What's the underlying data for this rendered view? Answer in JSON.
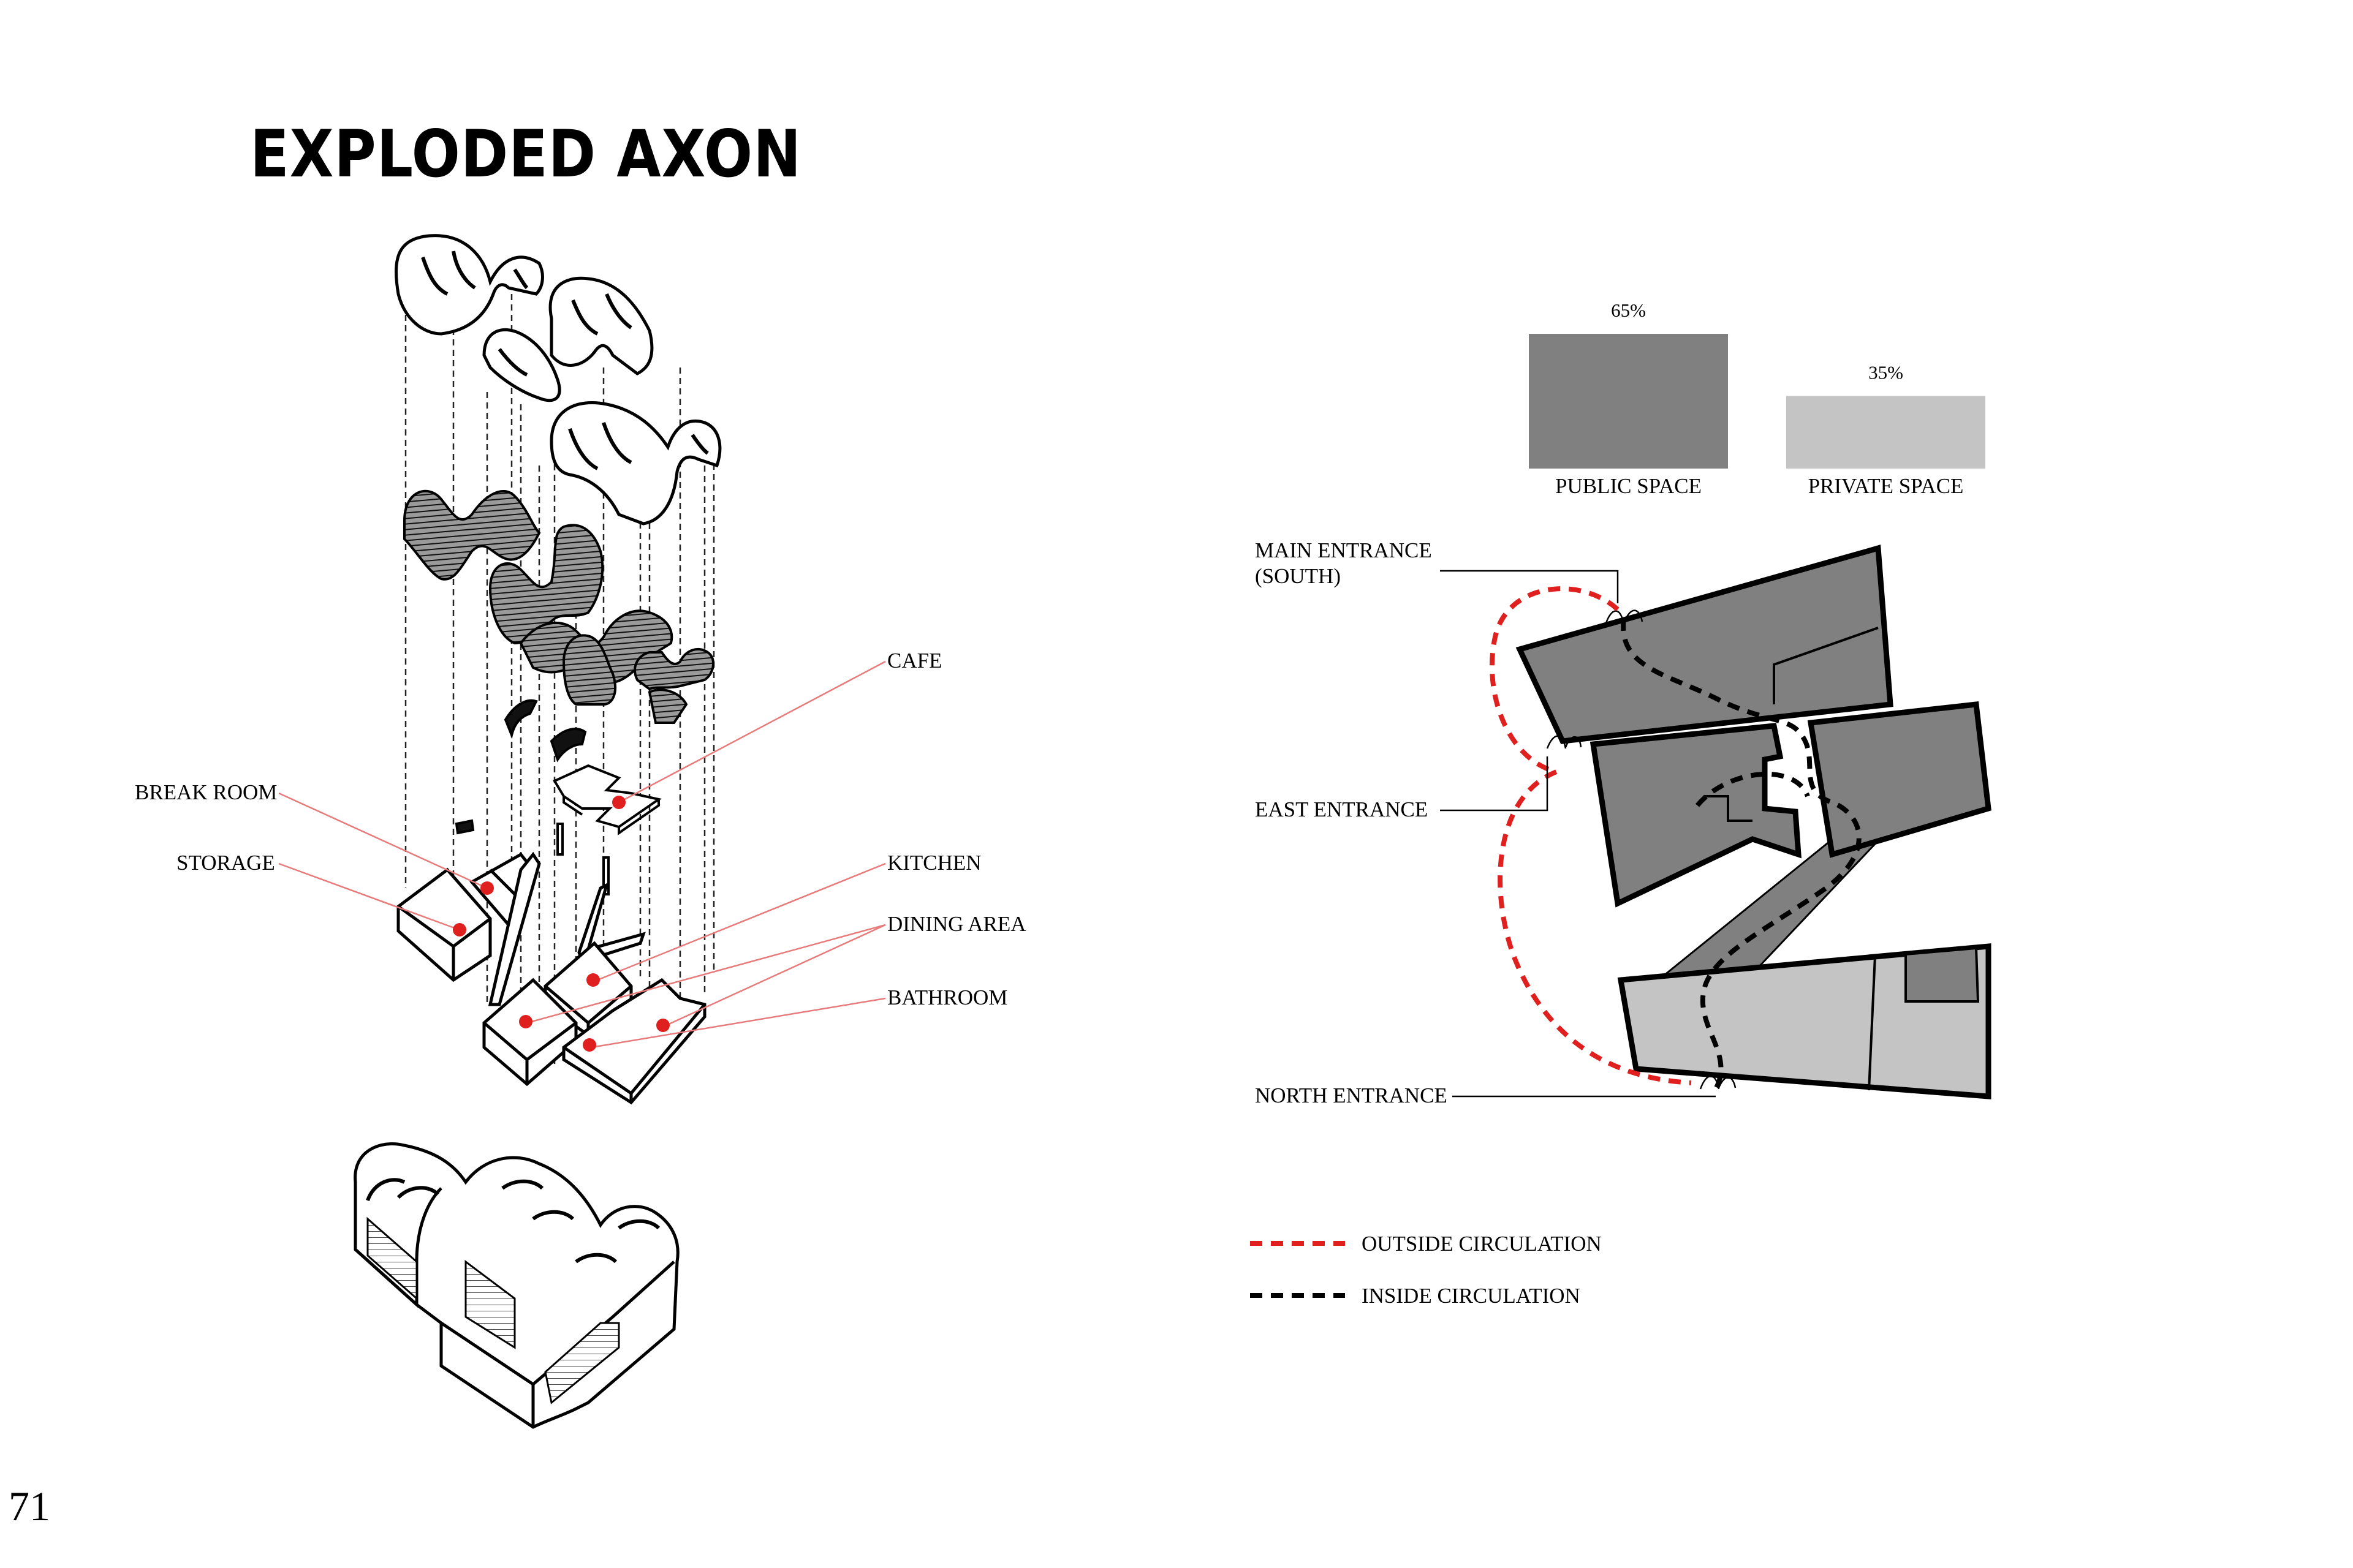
{
  "page": {
    "title": "EXPLODED AXON",
    "page_number": "71"
  },
  "axon_labels": {
    "cafe": "CAFE",
    "break_room": "BREAK ROOM",
    "storage": "STORAGE",
    "kitchen": "KITCHEN",
    "dining_area": "DINING AREA",
    "bathroom": "BATHROOM"
  },
  "space_chart": {
    "bars": [
      {
        "label": "PUBLIC SPACE",
        "value": 65,
        "value_label": "65%",
        "color": "#808080"
      },
      {
        "label": "PRIVATE SPACE",
        "value": 35,
        "value_label": "35%",
        "color": "#c4c4c4"
      }
    ]
  },
  "plan_labels": {
    "main_entrance_line1": "MAIN ENTRANCE",
    "main_entrance_line2": "(SOUTH)",
    "east_entrance": "EAST ENTRANCE",
    "north_entrance": "NORTH ENTRANCE"
  },
  "legend": {
    "outside": {
      "label": "OUTSIDE CIRCULATION",
      "color": "#e0201f"
    },
    "inside": {
      "label": "INSIDE CIRCULATION",
      "color": "#000000"
    }
  },
  "colors": {
    "dot_red": "#e0201f",
    "leader_red": "#e87a7a",
    "plan_dark": "#808080",
    "plan_light": "#c4c4c4"
  }
}
